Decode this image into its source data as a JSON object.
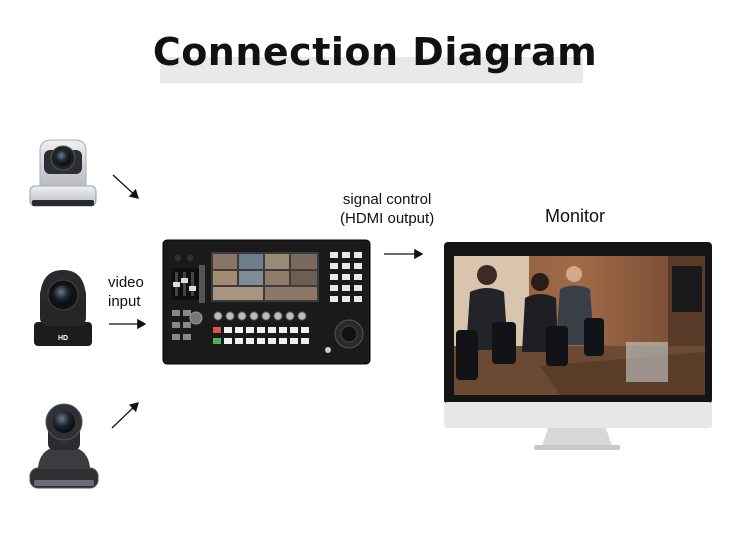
{
  "title": "Connection Diagram",
  "labels": {
    "video_input_line1": "video",
    "video_input_line2": "input",
    "signal_line1": "signal control",
    "signal_line2": "(HDMI output)",
    "monitor": "Monitor"
  },
  "colors": {
    "camera_silver": "#c9cdd2",
    "camera_black": "#1c1c1e",
    "switcher_body": "#1a1a1a",
    "monitor_bezel": "#141414",
    "monitor_chin": "#e7e7e7"
  }
}
